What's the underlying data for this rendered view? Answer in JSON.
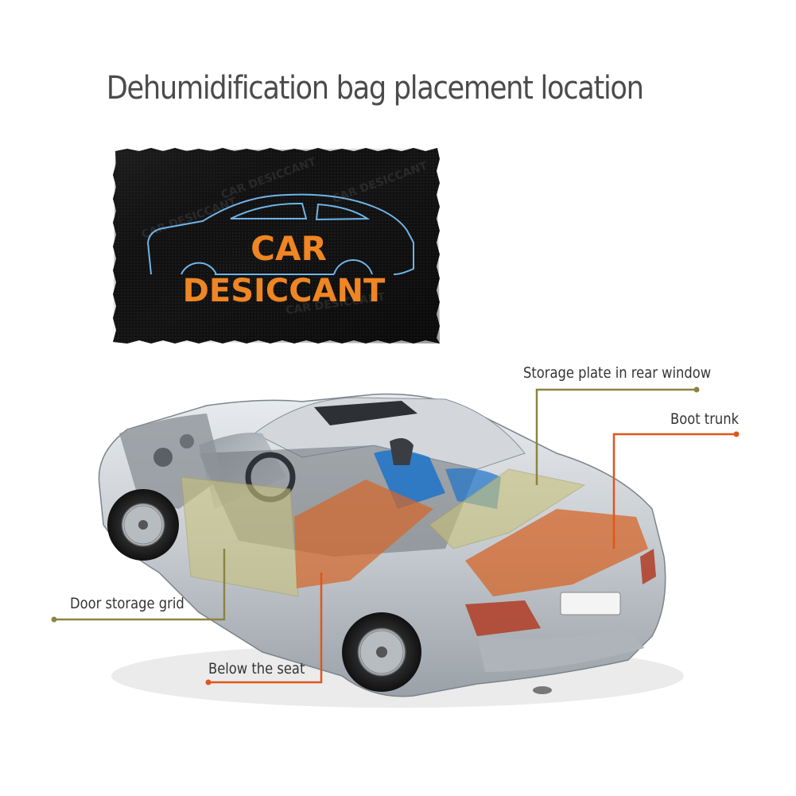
{
  "title": "Dehumidification bag placement location",
  "bag": {
    "line1": "CAR",
    "line2": "DESICCANT",
    "pattern_text": "CAR DESICCANT"
  },
  "callouts": {
    "rear_window": "Storage plate in rear window",
    "boot_trunk": "Boot trunk",
    "door_grid": "Door storage grid",
    "below_seat": "Below the seat"
  },
  "colors": {
    "olive": "#8c8344",
    "orange": "#e0561c",
    "bag_text": "#ef8523",
    "bag_outline": "#6fb4e8",
    "bag_fabric": "#101010"
  }
}
